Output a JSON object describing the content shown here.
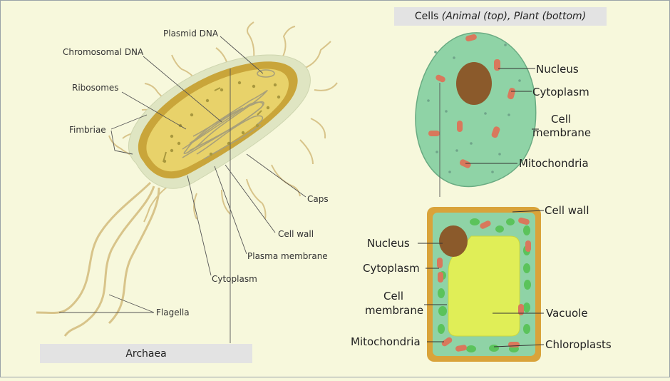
{
  "title": {
    "prefix": "Cells",
    "detail": "(Animal (top), Plant (bottom)"
  },
  "archaea_caption": "Archaea",
  "bacterium_labels": {
    "plasmid": "Plasmid DNA",
    "chromosomal": "Chromosomal DNA",
    "ribosomes": "Ribosomes",
    "fimbriae": "Fimbriae",
    "capsule": "Caps",
    "cell_wall": "Cell wall",
    "plasma_membrane": "Plasma membrane",
    "cytoplasm": "Cytoplasm",
    "flagella": "Flagella"
  },
  "animal_labels": {
    "nucleus": "Nucleus",
    "cytoplasm": "Cytoplasm",
    "cell_membrane_1": "Cell",
    "cell_membrane_2": "membrane",
    "mitochondria": "Mitochondria"
  },
  "plant_labels": {
    "cell_wall": "Cell wall",
    "nucleus": "Nucleus",
    "cytoplasm": "Cytoplasm",
    "cell_membrane_1": "Cell",
    "cell_membrane_2": "membrane",
    "vacuole": "Vacuole",
    "mitochondria": "Mitochondria",
    "chloroplasts": "Chloroplasts"
  },
  "colors": {
    "background": "#f7f8dc",
    "capsule": "#dfe5c2",
    "bacterium_wall": "#c9a53a",
    "bacterium_inside": "#e8d26a",
    "flagella": "#d8c48a",
    "animal_cytoplasm": "#8fd3a6",
    "nucleus": "#8b5a2b",
    "mitochondria": "#d9785c",
    "plant_wall": "#d9a33a",
    "vacuole": "#e0ee57",
    "chloroplast": "#5bc35b"
  }
}
